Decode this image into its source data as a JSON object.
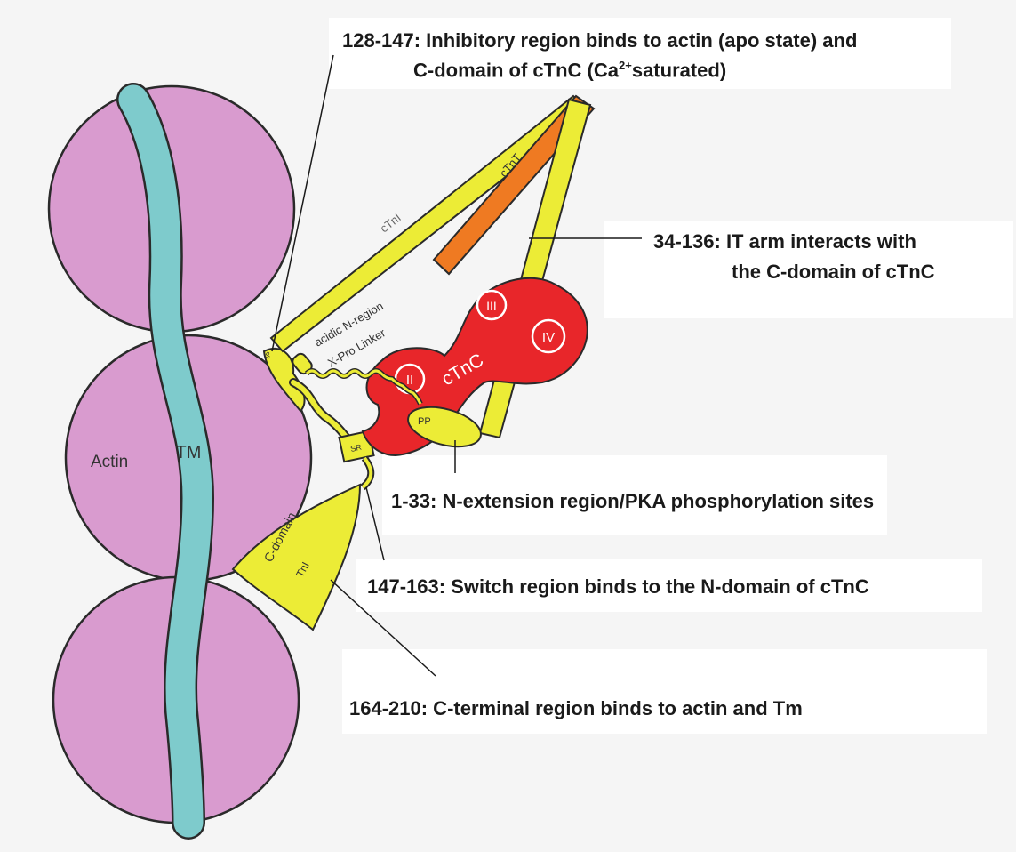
{
  "shapes": {
    "actin": "Actin",
    "tm": "TM",
    "ctni_arm": "cTnI",
    "ctnt": "cTnT",
    "ctnc": "cTnC",
    "lobe_ii": "II",
    "lobe_iii": "III",
    "lobe_iv": "IV",
    "acidic": "acidic N-region",
    "xpro": "X-Pro Linker",
    "pp": "PP",
    "ip": "IP",
    "sr": "SR",
    "cdomain": "C-domain",
    "tni": "TnI"
  },
  "callouts": {
    "c128_line1": "128-147: Inhibitory region binds to actin (apo state) and",
    "c128_line2_pre": "C-domain of cTnC (Ca",
    "c128_sup": "2+",
    "c128_line2_post": "saturated)",
    "c34_line1": "34-136: IT arm interacts with",
    "c34_line2": "the C-domain of cTnC",
    "c1_33": "1-33: N-extension region/PKA phosphorylation sites",
    "c147": "147-163: Switch region binds to the N-domain of cTnC",
    "c164": "164-210: C-terminal region binds to actin and Tm"
  },
  "colors": {
    "actin": "#d99bcf",
    "tm": "#7ecbcc",
    "tni_yellow": "#ecec36",
    "ctnt_orange": "#ef7a22",
    "ctnc_red": "#e8262a",
    "outline": "#2a2a2a"
  }
}
